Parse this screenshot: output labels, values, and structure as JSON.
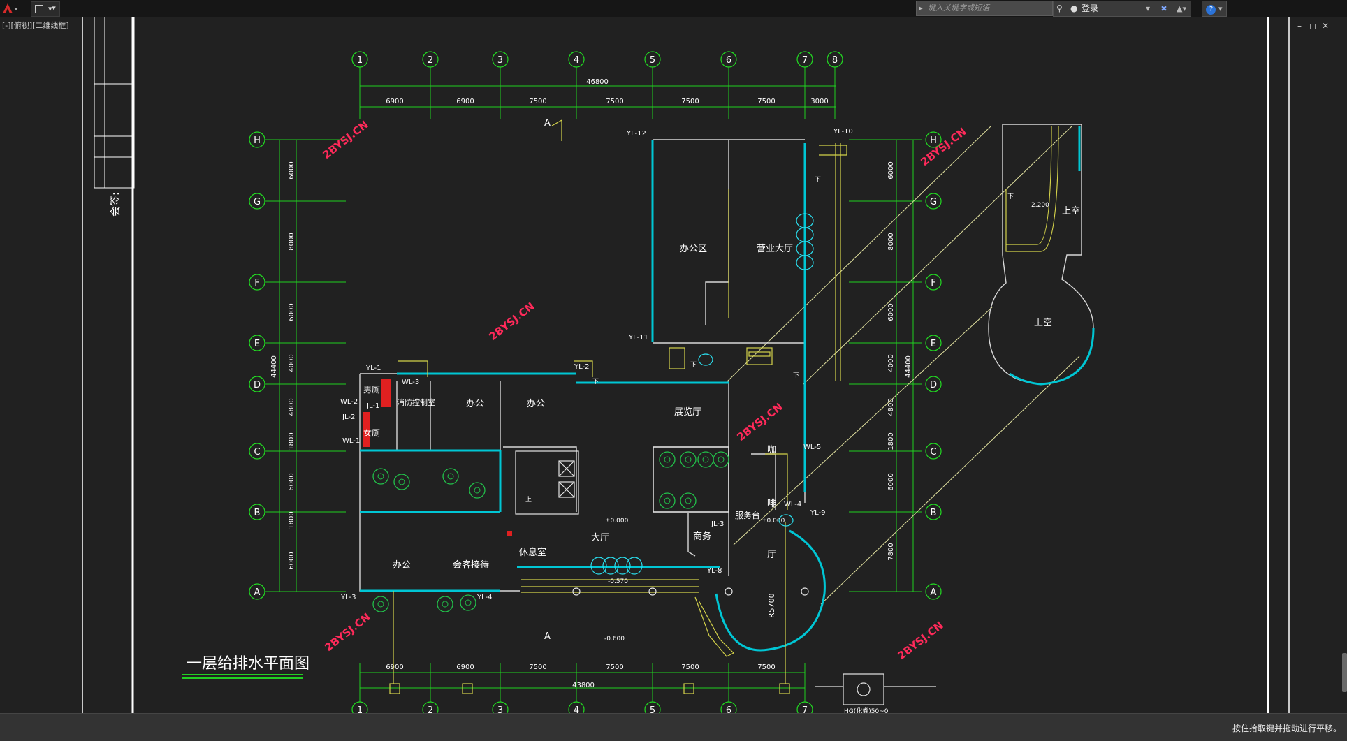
{
  "app": {
    "qat_arrow": "▾",
    "search_placeholder": "键入关键字或短语",
    "sign_in": "登录",
    "viewport_label": "[-][俯视][二维线框]",
    "status_text": "按住拾取键并拖动进行平移。",
    "window_controls": [
      "–",
      "◻",
      "✕"
    ]
  },
  "drawing": {
    "title": "一层给排水平面图",
    "watermark": "2BYSJ.CN",
    "signature_label": "会签:",
    "column_axes": [
      "1",
      "2",
      "3",
      "4",
      "5",
      "6",
      "7",
      "8"
    ],
    "row_axes": [
      "H",
      "G",
      "F",
      "E",
      "D",
      "C",
      "B",
      "A"
    ],
    "top_dim_total": "46800",
    "top_dims": [
      "6900",
      "6900",
      "7500",
      "7500",
      "7500",
      "7500",
      "3000"
    ],
    "bottom_dim_total": "43800",
    "bottom_dims": [
      "6900",
      "6900",
      "7500",
      "7500",
      "7500",
      "7500"
    ],
    "left_dim_total": "44400",
    "left_dims": [
      "6000",
      "8000",
      "6000",
      "4000",
      "4800",
      "1800",
      "6000",
      "1800",
      "6000"
    ],
    "right_dim_total": "44400",
    "right_dims": [
      "6000",
      "8000",
      "6000",
      "4000",
      "4800",
      "1800",
      "6000",
      "7800"
    ],
    "rooms": {
      "office_area": "办公区",
      "business_hall": "营业大厅",
      "exhibition_hall": "展览厅",
      "office_1": "办公",
      "office_2": "办公",
      "office_3": "办公",
      "fire_control": "消防控制室",
      "men_wc": "男厕",
      "women_wc": "女厕",
      "reception": "会客接待",
      "lounge": "休息室",
      "lobby": "大厅",
      "business_center": "商务",
      "service_desk": "服务台",
      "cafe_1": "咖",
      "cafe_2": "啡",
      "cafe_3": "厅",
      "void_1": "上空",
      "void_2": "上空"
    },
    "pipe_labels": [
      "YL-12",
      "YL-10",
      "YL-11",
      "YL-1",
      "WL-3",
      "YL-2",
      "WL-2",
      "JL-1",
      "JL-2",
      "WL-1",
      "WL-5",
      "WL-4",
      "YL-9",
      "JL-3",
      "YL-8",
      "YL-3",
      "YL-4"
    ],
    "levels": {
      "lobby": "±0.000",
      "cafe": "±0.000",
      "entrance": "-0.570",
      "outside": "-0.600",
      "upper": "2.200"
    },
    "section_mark": "A",
    "radius": "R5700",
    "down_mark": "下",
    "up_mark": "上",
    "tank_label": "HG(化粪)50~0"
  }
}
